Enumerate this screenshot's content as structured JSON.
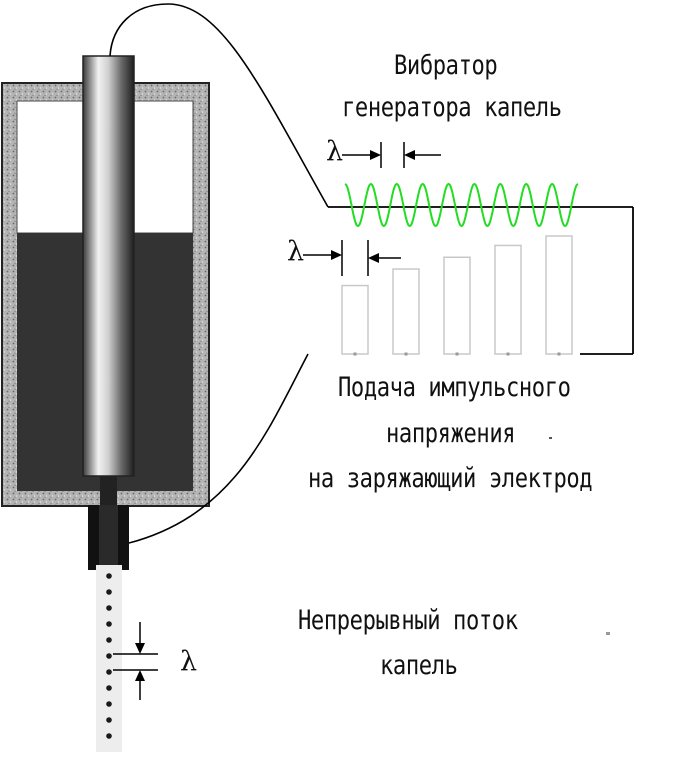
{
  "labels": {
    "vibrator_line1": "Вибратор",
    "vibrator_line2": "генератора капель",
    "pulse_line1": "Подача импульсного",
    "pulse_line2": "напряжения",
    "pulse_line3": "на заряжающий электрод",
    "stream_line1": "Непрерывный поток",
    "stream_line2": "капель"
  },
  "symbols": {
    "wavelength_top": "λ",
    "wavelength_mid": "λ",
    "wavelength_bottom": "λ"
  },
  "colors": {
    "vibration_wave": "#22dd22",
    "liquid": "#333333",
    "housing": "#aaaaaa",
    "wire": "#000000"
  },
  "pulses": {
    "count": 5,
    "relative_heights": [
      0.58,
      0.72,
      0.82,
      0.92,
      1.0
    ]
  },
  "wave": {
    "cycles": 9
  }
}
